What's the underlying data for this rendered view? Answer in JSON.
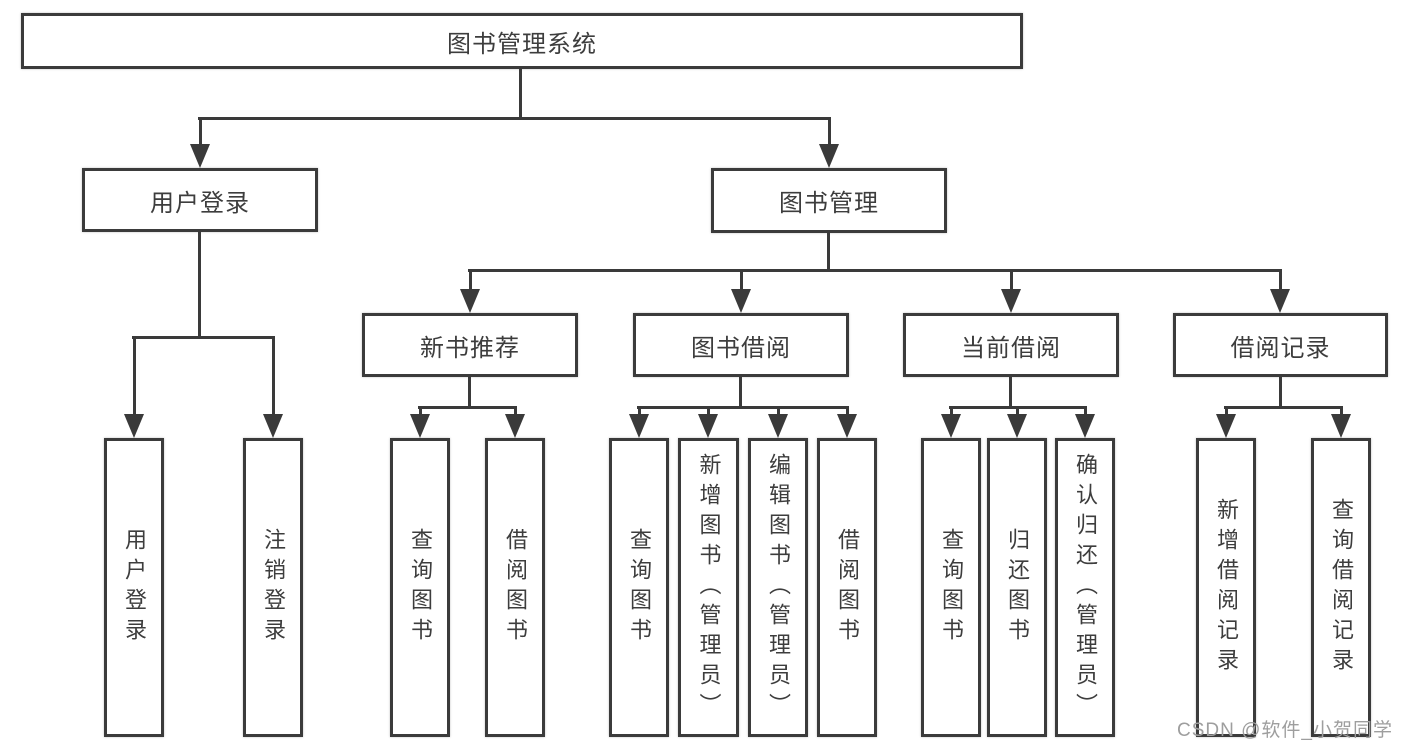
{
  "diagram": {
    "title_node": {
      "label": "图书管理系统"
    },
    "level2": [
      {
        "id": "user-login",
        "label": "用户登录"
      },
      {
        "id": "book-management",
        "label": "图书管理"
      }
    ],
    "level3": [
      {
        "id": "new-book-recommend",
        "parent": "图书管理",
        "label": "新书推荐"
      },
      {
        "id": "book-borrow",
        "parent": "图书管理",
        "label": "图书借阅"
      },
      {
        "id": "current-borrow",
        "parent": "图书管理",
        "label": "当前借阅"
      },
      {
        "id": "borrow-records",
        "parent": "图书管理",
        "label": "借阅记录"
      }
    ],
    "leaves": [
      {
        "parent": "用户登录",
        "label": "用户登录"
      },
      {
        "parent": "用户登录",
        "label": "注销登录"
      },
      {
        "parent": "新书推荐",
        "label": "查询图书"
      },
      {
        "parent": "新书推荐",
        "label": "借阅图书"
      },
      {
        "parent": "图书借阅",
        "label": "查询图书"
      },
      {
        "parent": "图书借阅",
        "label": "新增图书（管理员）"
      },
      {
        "parent": "图书借阅",
        "label": "编辑图书（管理员）"
      },
      {
        "parent": "图书借阅",
        "label": "借阅图书"
      },
      {
        "parent": "当前借阅",
        "label": "查询图书"
      },
      {
        "parent": "当前借阅",
        "label": "归还图书"
      },
      {
        "parent": "当前借阅",
        "label": "确认归还（管理员）"
      },
      {
        "parent": "借阅记录",
        "label": "新增借阅记录"
      },
      {
        "parent": "借阅记录",
        "label": "查询借阅记录"
      }
    ]
  },
  "watermark": {
    "text": "CSDN @软件_小贺同学"
  },
  "colors": {
    "line": "#3a3a3a",
    "box_border": "#3b3b3b",
    "text": "#3d3d3d",
    "watermark": "#9e9e9e",
    "background": "#ffffff"
  }
}
